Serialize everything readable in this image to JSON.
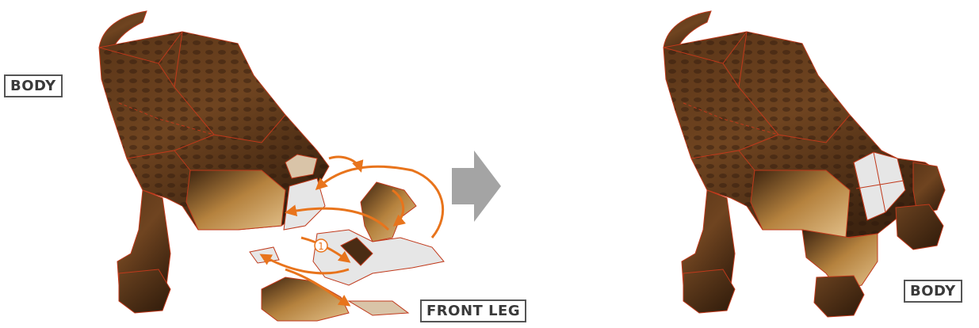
{
  "labels": {
    "body_left": "BODY",
    "front_leg": "FRONT LEG",
    "body_right": "BODY"
  },
  "step_marker": "①",
  "colors": {
    "arrow": "#e8741c",
    "fold_line": "#c0391b",
    "texture_dark": "#4a2c14",
    "texture_mid": "#7a4a22",
    "texture_light": "#c9954a",
    "part_white": "#e6e6e6",
    "step_arrow": "#9a9a9a"
  }
}
